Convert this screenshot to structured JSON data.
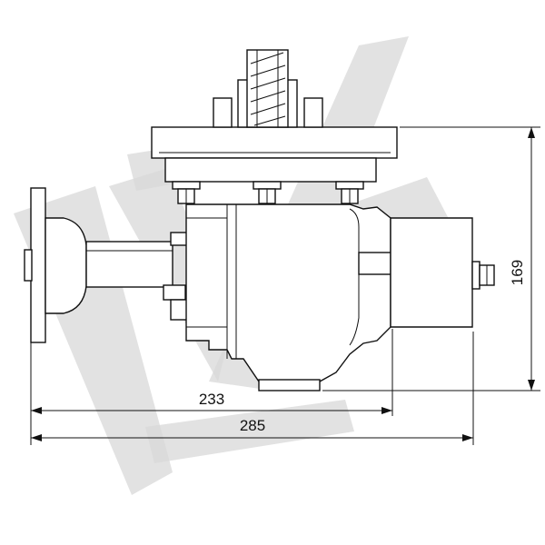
{
  "drawing": {
    "dimensions": {
      "height": "169",
      "width_body": "233",
      "width_total": "285"
    },
    "watermark_color": "#d8d8d8",
    "line_color": "#111111"
  }
}
